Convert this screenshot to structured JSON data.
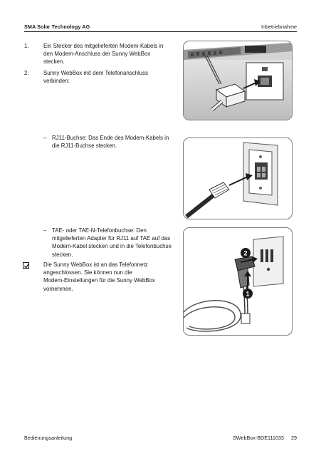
{
  "header": {
    "company": "SMA Solar Technology AG",
    "section": "Inbetriebnahme"
  },
  "steps": [
    {
      "number": "1.",
      "text_lines": [
        "Ein Stecker des mitgelieferten Modem-Kabels in",
        "den Modem-Anschluss der Sunny WebBox",
        "stecken."
      ]
    },
    {
      "number": "2.",
      "text_lines": [
        "Sunny WebBox mit dem Telefonanschluss",
        "verbinden:"
      ]
    }
  ],
  "options": [
    {
      "dash": "–",
      "text_lines": [
        "RJ11-Buchse: Das Ende des Modem-Kabels in",
        "die RJ11-Buchse stecken."
      ]
    },
    {
      "dash": "–",
      "text_lines": [
        "TAE- oder TAE-N-Telefonbuchse: Den",
        "mitgelieferten Adapter für RJ11 auf TAE auf das",
        "Modem-Kabel stecken und in die Telefonbuchse",
        "stecken."
      ]
    }
  ],
  "result": {
    "icon": "checked-box-icon",
    "text_lines": [
      "Die Sunny WebBox ist an das Telefonnetz",
      "angeschlossen. Sie können nun die",
      "Modem-Einstellungen für die Sunny WebBox",
      "vornehmen."
    ]
  },
  "figures": [
    {
      "icon": "webbox-modem-port-illustration"
    },
    {
      "icon": "rj11-wall-socket-illustration"
    },
    {
      "icon": "tae-adapter-illustration",
      "callouts": [
        "2",
        "1"
      ]
    }
  ],
  "footer": {
    "manual": "Bedienungsanleitung",
    "doc_code": "SWebBox-BDE111033",
    "page": "29"
  }
}
